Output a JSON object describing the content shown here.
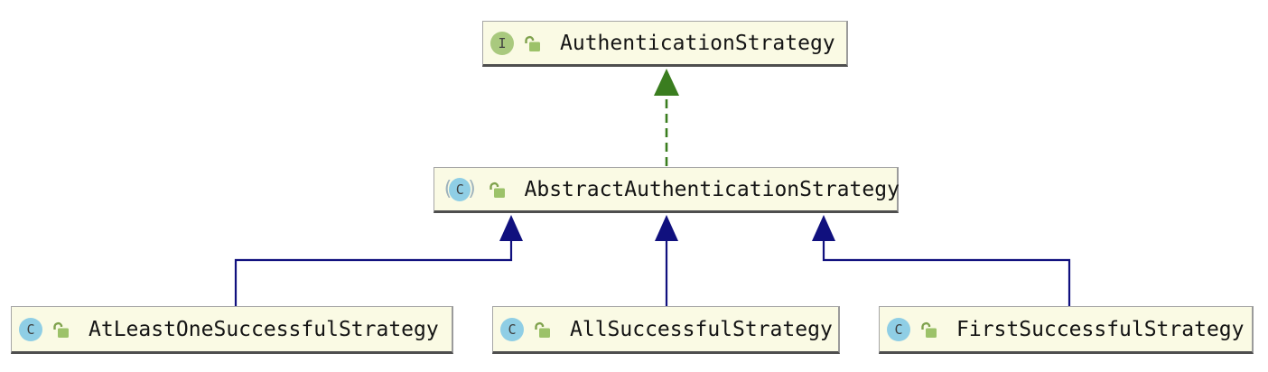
{
  "diagram": {
    "type": "uml-class-diagram",
    "nodes": [
      {
        "id": "authentication-strategy",
        "label": "AuthenticationStrategy",
        "kind": "interface",
        "icon": "interface-icon",
        "icon_letter": "I",
        "modifier_icon": "unlocked-lock-icon"
      },
      {
        "id": "abstract-authentication-strategy",
        "label": "AbstractAuthenticationStrategy",
        "kind": "abstract-class",
        "icon": "abstract-class-icon",
        "icon_letter": "C",
        "icon_paren_left": "(",
        "icon_paren_right": ")",
        "modifier_icon": "unlocked-lock-icon"
      },
      {
        "id": "at-least-one-successful-strategy",
        "label": "AtLeastOneSuccessfulStrategy",
        "kind": "class",
        "icon": "class-icon",
        "icon_letter": "C",
        "modifier_icon": "unlocked-lock-icon"
      },
      {
        "id": "all-successful-strategy",
        "label": "AllSuccessfulStrategy",
        "kind": "class",
        "icon": "class-icon",
        "icon_letter": "C",
        "modifier_icon": "unlocked-lock-icon"
      },
      {
        "id": "first-successful-strategy",
        "label": "FirstSuccessfulStrategy",
        "kind": "class",
        "icon": "class-icon",
        "icon_letter": "C",
        "modifier_icon": "unlocked-lock-icon"
      }
    ],
    "edges": [
      {
        "from": "AbstractAuthenticationStrategy",
        "to": "AuthenticationStrategy",
        "relationship": "realization",
        "line": "dashed",
        "color": "#3A7D1F"
      },
      {
        "from": "AtLeastOneSuccessfulStrategy",
        "to": "AbstractAuthenticationStrategy",
        "relationship": "generalization",
        "line": "solid",
        "color": "#10107E"
      },
      {
        "from": "AllSuccessfulStrategy",
        "to": "AbstractAuthenticationStrategy",
        "relationship": "generalization",
        "line": "solid",
        "color": "#10107E"
      },
      {
        "from": "FirstSuccessfulStrategy",
        "to": "AbstractAuthenticationStrategy",
        "relationship": "generalization",
        "line": "solid",
        "color": "#10107E"
      }
    ],
    "colors": {
      "page_background": "#FFFFFF",
      "node_background": "#FAFAE4",
      "node_border": "#A6A6A6",
      "node_border_bottom": "#4E4E4E",
      "node_text": "#141414",
      "interface_icon_background": "#A9C97E",
      "class_icon_background": "#8FCEE5",
      "lock_icon_green": "#9CC269",
      "realization_arrow": "#3A7D1F",
      "generalization_arrow": "#10107E"
    }
  }
}
